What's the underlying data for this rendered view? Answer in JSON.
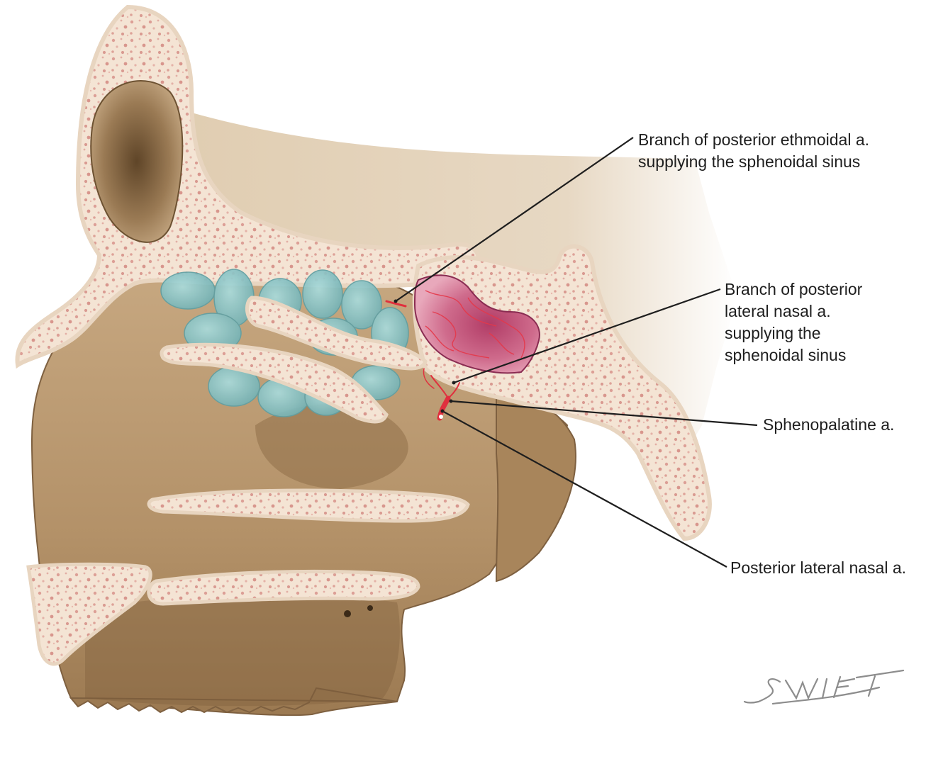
{
  "labels": {
    "ethmoidal_branch": [
      "Branch of posterior ethmoidal a.",
      "supplying the sphenoidal sinus"
    ],
    "lateral_nasal_branch": [
      "Branch of posterior",
      "lateral nasal a.",
      "supplying the",
      "sphenoidal sinus"
    ],
    "sphenopalatine": "Sphenopalatine a.",
    "posterior_lateral_nasal": "Posterior lateral nasal a."
  },
  "signature": "SWIFT",
  "colors": {
    "bone": "#c9ab88",
    "bone_dark": "#8a6a44",
    "bone_cut": "#f3e2d2",
    "marrow": "#d99a92",
    "ethmoid_cells": "#8fc7c9",
    "sphenoid_sinus": "#c8567a",
    "artery": "#e0303e",
    "leader": "#1e1e1e"
  }
}
